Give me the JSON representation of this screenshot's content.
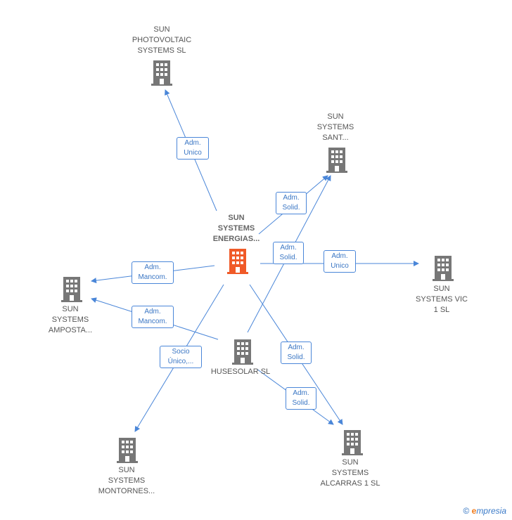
{
  "colors": {
    "edge": "#4a86d8",
    "building": "#777777",
    "main_building": "#f05a28"
  },
  "nodes": {
    "center": {
      "label": "SUN\nSYSTEMS\nENERGIAS...",
      "icon": "building-icon"
    },
    "photovoltaic": {
      "label": "SUN\nPHOTOVOLTAIC\nSYSTEMS  SL",
      "icon": "building-icon"
    },
    "sant": {
      "label": "SUN\nSYSTEMS\nSANT...",
      "icon": "building-icon"
    },
    "vic": {
      "label": "SUN\nSYSTEMS VIC\n1 SL",
      "icon": "building-icon"
    },
    "amposta": {
      "label": "SUN\nSYSTEMS\nAMPOSTA...",
      "icon": "building-icon"
    },
    "husesolar": {
      "label": "HUSESOLAR SL",
      "icon": "building-icon"
    },
    "montornes": {
      "label": "SUN\nSYSTEMS\nMONTORNES...",
      "icon": "building-icon"
    },
    "alcarras": {
      "label": "SUN\nSYSTEMS\nALCARRAS 1 SL",
      "icon": "building-icon"
    }
  },
  "relations": {
    "r1": "Adm.\nUnico",
    "r2": "Adm.\nSolid.",
    "r3": "Adm.\nSolid.",
    "r4": "Adm.\nUnico",
    "r5": "Adm.\nMancom.",
    "r6": "Adm.\nMancom.",
    "r7": "Socio\nÚnico,...",
    "r8": "Adm.\nSolid.",
    "r9": "Adm.\nSolid."
  },
  "footer": {
    "copyright": "©",
    "brand": "mpresia",
    "brand_initial": "e"
  }
}
